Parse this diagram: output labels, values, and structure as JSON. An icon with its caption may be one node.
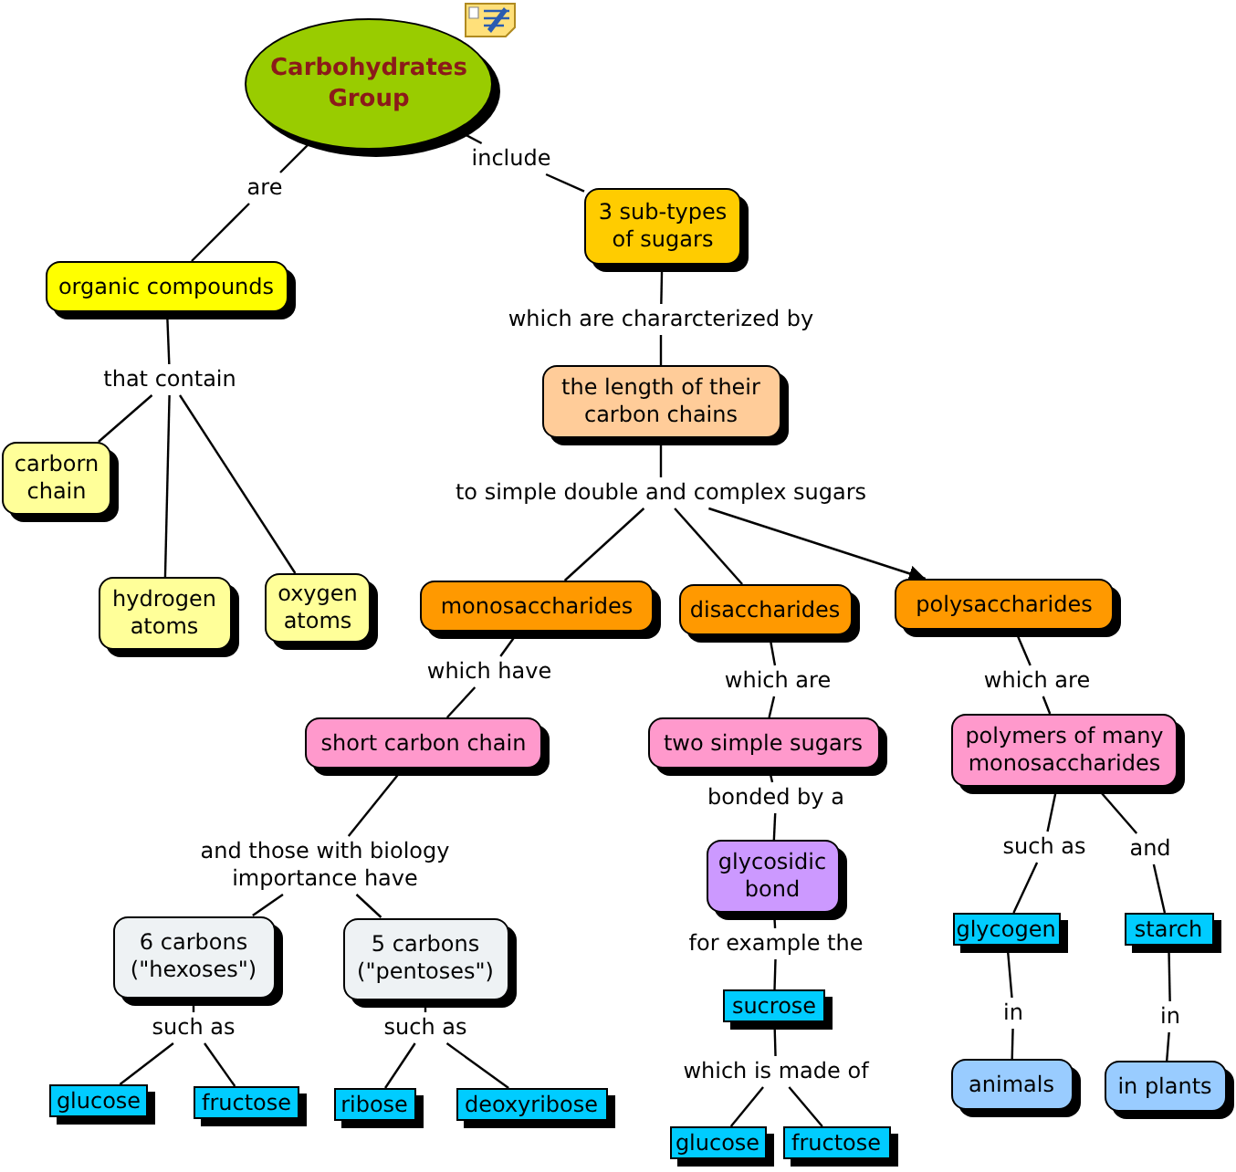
{
  "diagram": {
    "nodes": [
      {
        "text": [
          "Carbohydrates Group"
        ]
      },
      {
        "text": [
          "are"
        ]
      },
      {
        "text": [
          "include"
        ]
      },
      {
        "text": [
          "organic compounds"
        ]
      },
      {
        "text": [
          "3 sub-types of sugars"
        ]
      },
      {
        "text": [
          "that contain"
        ]
      },
      {
        "text": [
          "which are chararcterized by"
        ]
      },
      {
        "text": [
          "carborn chain"
        ]
      },
      {
        "text": [
          "the length of their carbon chains"
        ]
      },
      {
        "text": [
          "hydrogen atoms"
        ]
      },
      {
        "text": [
          "oxygen atoms"
        ]
      },
      {
        "text": [
          "to simple double and complex sugars"
        ]
      },
      {
        "text": [
          "monosaccharides"
        ]
      },
      {
        "text": [
          "disaccharides"
        ]
      },
      {
        "text": [
          "polysaccharides"
        ]
      },
      {
        "text": [
          "which have"
        ]
      },
      {
        "text": [
          "which are"
        ]
      },
      {
        "text": [
          "which are"
        ]
      },
      {
        "text": [
          "short carbon chain"
        ]
      },
      {
        "text": [
          "two simple sugars"
        ]
      },
      {
        "text": [
          "polymers of many monosaccharides"
        ]
      },
      {
        "text": [
          "and those with biology importance have"
        ]
      },
      {
        "text": [
          "bonded by a"
        ]
      },
      {
        "text": [
          "such as"
        ]
      },
      {
        "text": [
          "and"
        ]
      },
      {
        "text": [
          "6 carbons (\"hexoses\")"
        ]
      },
      {
        "text": [
          "5 carbons (\"pentoses\")"
        ]
      },
      {
        "text": [
          "glycosidic bond"
        ]
      },
      {
        "text": [
          "glycogen"
        ]
      },
      {
        "text": [
          "starch"
        ]
      },
      {
        "text": [
          "such as"
        ]
      },
      {
        "text": [
          "such as"
        ]
      },
      {
        "text": [
          "for example the"
        ]
      },
      {
        "text": [
          "in"
        ]
      },
      {
        "text": [
          "in"
        ]
      },
      {
        "text": [
          "glucose"
        ]
      },
      {
        "text": [
          "fructose"
        ]
      },
      {
        "text": [
          "ribose"
        ]
      },
      {
        "text": [
          "deoxyribose"
        ]
      },
      {
        "text": [
          "sucrose"
        ]
      },
      {
        "text": [
          "animals"
        ]
      },
      {
        "text": [
          "in plants"
        ]
      },
      {
        "text": [
          "which is made of"
        ]
      },
      {
        "text": [
          "glucose"
        ]
      },
      {
        "text": [
          "fructose"
        ]
      }
    ],
    "edges": [
      {
        "from": 0,
        "to": 1,
        "arrow": "none"
      },
      {
        "from": 1,
        "to": 3,
        "arrow": "none"
      },
      {
        "from": 0,
        "to": 2,
        "arrow": "none"
      },
      {
        "from": 2,
        "to": 4,
        "arrow": "none"
      },
      {
        "from": 3,
        "to": 5,
        "arrow": "none"
      },
      {
        "from": 5,
        "to": 7,
        "arrow": "none"
      },
      {
        "from": 5,
        "to": 9,
        "arrow": "none"
      },
      {
        "from": 5,
        "to": 10,
        "arrow": "none"
      },
      {
        "from": 4,
        "to": 6,
        "arrow": "none"
      },
      {
        "from": 6,
        "to": 8,
        "arrow": "none"
      },
      {
        "from": 8,
        "to": 11,
        "arrow": "none"
      },
      {
        "from": 11,
        "to": 12,
        "arrow": "none"
      },
      {
        "from": 11,
        "to": 13,
        "arrow": "none"
      },
      {
        "from": 11,
        "to": 14,
        "arrow": "to"
      },
      {
        "from": 12,
        "to": 15,
        "arrow": "none"
      },
      {
        "from": 15,
        "to": 18,
        "arrow": "none"
      },
      {
        "from": 13,
        "to": 16,
        "arrow": "none"
      },
      {
        "from": 16,
        "to": 19,
        "arrow": "none"
      },
      {
        "from": 14,
        "to": 17,
        "arrow": "none"
      },
      {
        "from": 17,
        "to": 20,
        "arrow": "none"
      },
      {
        "from": 18,
        "to": 21,
        "arrow": "none"
      },
      {
        "from": 21,
        "to": 25,
        "arrow": "none"
      },
      {
        "from": 21,
        "to": 26,
        "arrow": "none"
      },
      {
        "from": 19,
        "to": 22,
        "arrow": "none"
      },
      {
        "from": 22,
        "to": 27,
        "arrow": "none"
      },
      {
        "from": 20,
        "to": 23,
        "arrow": "none"
      },
      {
        "from": 23,
        "to": 28,
        "arrow": "none"
      },
      {
        "from": 20,
        "to": 24,
        "arrow": "none"
      },
      {
        "from": 24,
        "to": 29,
        "arrow": "none"
      },
      {
        "from": 25,
        "to": 30,
        "arrow": "none"
      },
      {
        "from": 30,
        "to": 35,
        "arrow": "none"
      },
      {
        "from": 30,
        "to": 36,
        "arrow": "none"
      },
      {
        "from": 26,
        "to": 31,
        "arrow": "none"
      },
      {
        "from": 31,
        "to": 37,
        "arrow": "none"
      },
      {
        "from": 31,
        "to": 38,
        "arrow": "none"
      },
      {
        "from": 27,
        "to": 32,
        "arrow": "none"
      },
      {
        "from": 32,
        "to": 39,
        "arrow": "none"
      },
      {
        "from": 28,
        "to": 33,
        "arrow": "none"
      },
      {
        "from": 33,
        "to": 40,
        "arrow": "none"
      },
      {
        "from": 29,
        "to": 34,
        "arrow": "none"
      },
      {
        "from": 34,
        "to": 41,
        "arrow": "none"
      },
      {
        "from": 39,
        "to": 42,
        "arrow": "none"
      },
      {
        "from": 42,
        "to": 43,
        "arrow": "none"
      },
      {
        "from": 42,
        "to": 44,
        "arrow": "none"
      }
    ]
  }
}
